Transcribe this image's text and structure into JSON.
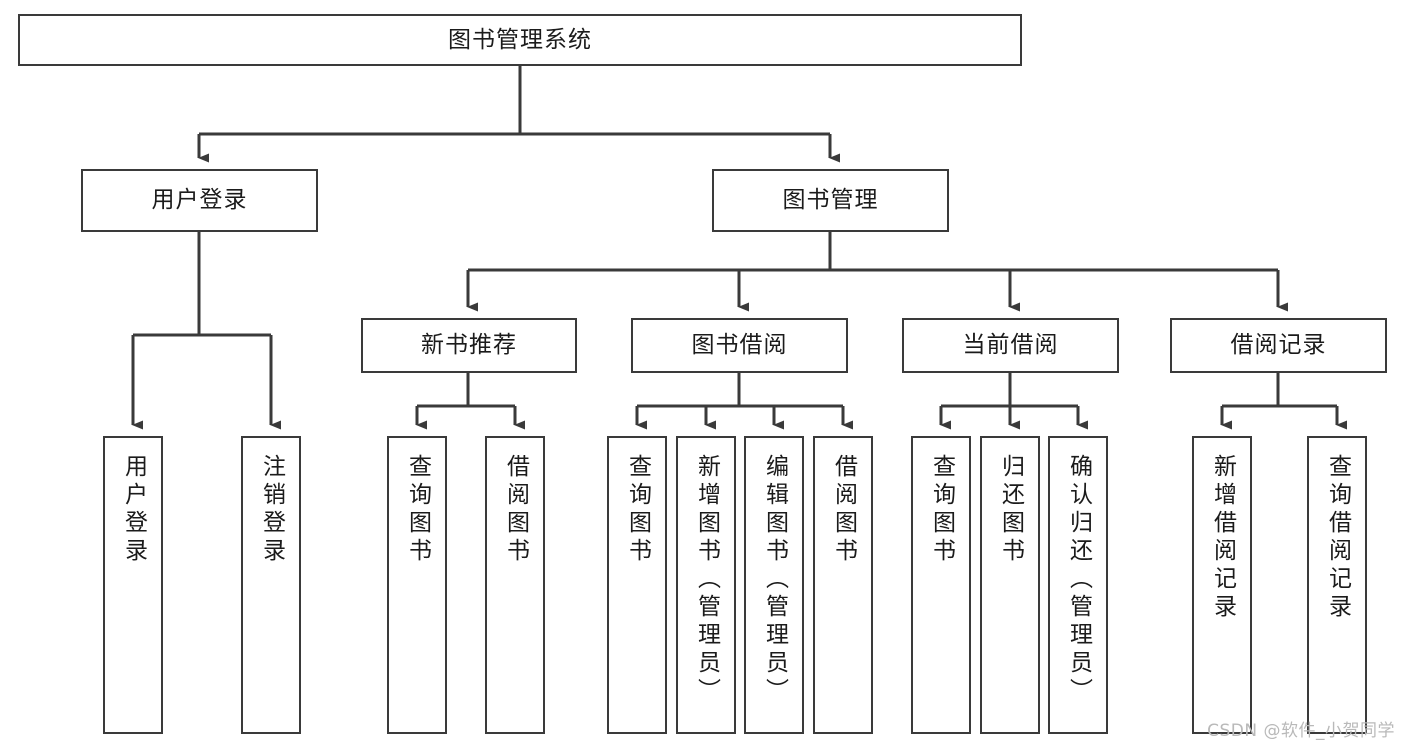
{
  "diagram": {
    "title": "图书管理系统",
    "type": "tree",
    "watermark": "CSDN @软件_小贺同学",
    "colors": {
      "box_border": "#3a3a3a",
      "box_fill": "#ffffff",
      "connector": "#3a3a3a",
      "text": "#1b1b1b",
      "watermark": "#b9b9b9"
    },
    "nodes": {
      "root": {
        "label": "图书管理系统",
        "level": 1
      },
      "user_login": {
        "label": "用户登录",
        "level": 2
      },
      "book_manage": {
        "label": "图书管理",
        "level": 2
      },
      "new_book_rec": {
        "label": "新书推荐",
        "level": 3
      },
      "book_borrow": {
        "label": "图书借阅",
        "level": 3
      },
      "current_borrow": {
        "label": "当前借阅",
        "level": 3
      },
      "borrow_record": {
        "label": "借阅记录",
        "level": 3
      },
      "leaf_user_login": {
        "label": "用户登录",
        "level": 4
      },
      "leaf_logout": {
        "label": "注销登录",
        "level": 4
      },
      "leaf_query_book_1": {
        "label": "查询图书",
        "level": 4
      },
      "leaf_borrow_book_1": {
        "label": "借阅图书",
        "level": 4
      },
      "leaf_query_book_2": {
        "label": "查询图书",
        "level": 4
      },
      "leaf_add_book": {
        "label": "新增图书（管理员）",
        "level": 4
      },
      "leaf_edit_book": {
        "label": "编辑图书（管理员）",
        "level": 4
      },
      "leaf_borrow_book_2": {
        "label": "借阅图书",
        "level": 4
      },
      "leaf_query_book_3": {
        "label": "查询图书",
        "level": 4
      },
      "leaf_return_book": {
        "label": "归还图书",
        "level": 4
      },
      "leaf_confirm_return": {
        "label": "确认归还（管理员）",
        "level": 4
      },
      "leaf_add_record": {
        "label": "新增借阅记录",
        "level": 4
      },
      "leaf_query_record": {
        "label": "查询借阅记录",
        "level": 4
      }
    },
    "edges": [
      {
        "from": "root",
        "to": "user_login"
      },
      {
        "from": "root",
        "to": "book_manage"
      },
      {
        "from": "user_login",
        "to": "leaf_user_login"
      },
      {
        "from": "user_login",
        "to": "leaf_logout"
      },
      {
        "from": "book_manage",
        "to": "new_book_rec"
      },
      {
        "from": "book_manage",
        "to": "book_borrow"
      },
      {
        "from": "book_manage",
        "to": "current_borrow"
      },
      {
        "from": "book_manage",
        "to": "borrow_record"
      },
      {
        "from": "new_book_rec",
        "to": "leaf_query_book_1"
      },
      {
        "from": "new_book_rec",
        "to": "leaf_borrow_book_1"
      },
      {
        "from": "book_borrow",
        "to": "leaf_query_book_2"
      },
      {
        "from": "book_borrow",
        "to": "leaf_add_book"
      },
      {
        "from": "book_borrow",
        "to": "leaf_edit_book"
      },
      {
        "from": "book_borrow",
        "to": "leaf_borrow_book_2"
      },
      {
        "from": "current_borrow",
        "to": "leaf_query_book_3"
      },
      {
        "from": "current_borrow",
        "to": "leaf_return_book"
      },
      {
        "from": "current_borrow",
        "to": "leaf_confirm_return"
      },
      {
        "from": "borrow_record",
        "to": "leaf_add_record"
      },
      {
        "from": "borrow_record",
        "to": "leaf_query_record"
      }
    ]
  }
}
